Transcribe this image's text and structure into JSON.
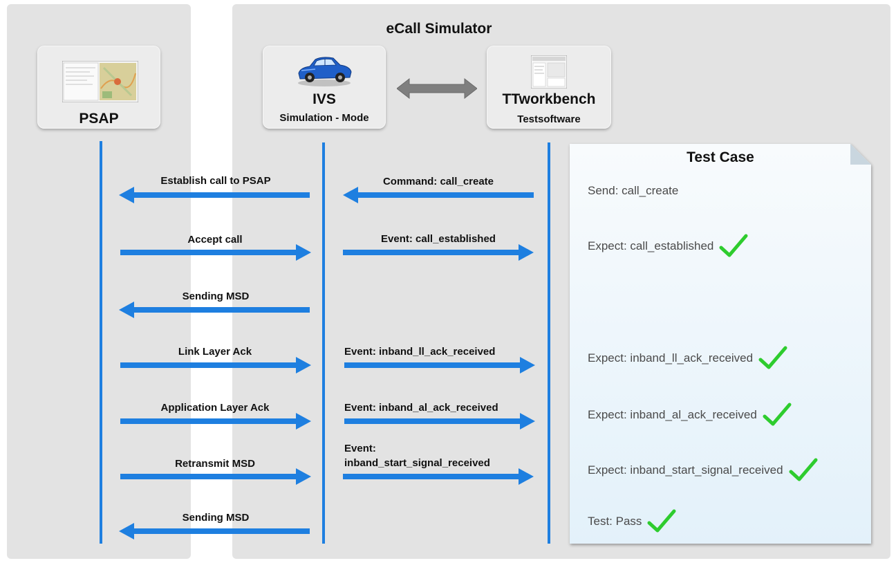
{
  "simulator_title": "eCall Simulator",
  "psap": {
    "title": "PSAP",
    "icon": "map-screen-icon"
  },
  "ivs": {
    "title": "IVS",
    "subtitle": "Simulation - Mode",
    "icon": "car-icon"
  },
  "ttworkbench": {
    "title": "TTworkbench",
    "subtitle": "Testsoftware",
    "icon": "screen-icon"
  },
  "messages_left": [
    {
      "label": "Establish call to PSAP",
      "direction": "left"
    },
    {
      "label": "Accept call",
      "direction": "right"
    },
    {
      "label": "Sending MSD",
      "direction": "left"
    },
    {
      "label": "Link Layer Ack",
      "direction": "right"
    },
    {
      "label": "Application Layer Ack",
      "direction": "right"
    },
    {
      "label": "Retransmit MSD",
      "direction": "right"
    },
    {
      "label": "Sending MSD",
      "direction": "left"
    }
  ],
  "messages_right": [
    {
      "label": "Command: call_create",
      "direction": "left"
    },
    {
      "label": "Event: call_established",
      "direction": "right"
    },
    {
      "label": "Event: inband_ll_ack_received",
      "direction": "right"
    },
    {
      "label": "Event: inband_al_ack_received",
      "direction": "right"
    },
    {
      "line1": "Event:",
      "line2": "inband_start_signal_received",
      "direction": "right"
    }
  ],
  "test_case": {
    "title": "Test Case",
    "lines": [
      {
        "text": "Send: call_create",
        "check": false
      },
      {
        "text": "Expect: call_established",
        "check": true
      },
      {
        "text": "Expect: inband_ll_ack_received",
        "check": true
      },
      {
        "text": "Expect: inband_al_ack_received",
        "check": true
      },
      {
        "text": "Expect: inband_start_signal_received",
        "check": true
      },
      {
        "text": "Test: Pass",
        "check": true
      }
    ]
  },
  "colors": {
    "arrow": "#1e7fe0",
    "check": "#2ecc2e",
    "bidirectional": "#7f7f7f"
  }
}
